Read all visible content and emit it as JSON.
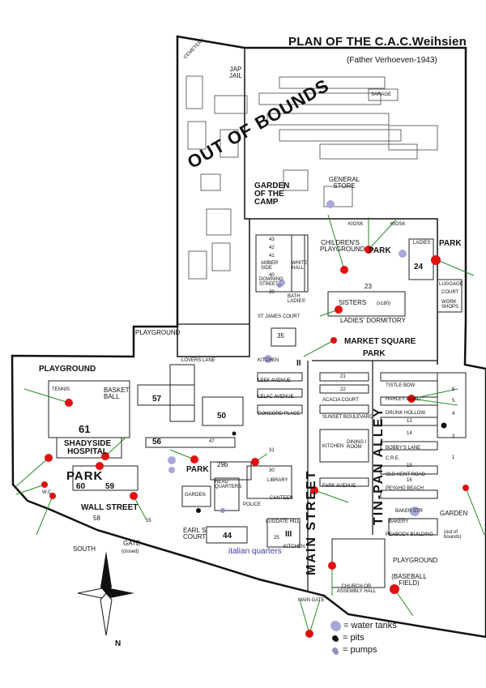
{
  "title": "PLAN OF THE C.A.C.Weihsien",
  "subtitle": "(Father Verhoeven-1943)",
  "labels": {
    "cemetery": "CEMETERY",
    "jap_jail": "JAP JAIL",
    "sarage": "SARAGE",
    "out_of_bounds": "OUT OF BOUNDS",
    "general_store": "GENERAL STORE",
    "garden_of_camp": "GARDEN OF THE CAMP",
    "kiosk1": "KIOSK",
    "kiosk2": "KIOSK",
    "childrens_playground": "CHILDREN'S PLAYGROUND",
    "park_top": "PARK",
    "ladies": "LADIES",
    "park_right": "PARK",
    "block24": "24",
    "block23": "23",
    "sisters": "SISTERS",
    "sisters_num": "(x180)",
    "ladies_dormitory": "LADIES' DORMITORY",
    "luggage": "LUGGAGE",
    "court": "COURT",
    "workshops": "WORK SHOPS",
    "st_james": "ST JAMES COURT",
    "bath_ladies": "BATH LADIES'",
    "amber_side": "AMBER SIDE",
    "white_hall": "WHITE HALL",
    "downing_street": "DOWNING STREET",
    "block35": "35",
    "playground_mid": "PLAYGROUND",
    "lovers_lane": "LOVERS LANE",
    "market_square": "MARKET SQUARE",
    "market_park": "PARK",
    "kitchen2": "KITCHEN",
    "roman_ii": "II",
    "playground_left": "PLAYGROUND",
    "tennis": "TENNIS",
    "basketball": "BASKET BALL",
    "block61": "61",
    "shadyside": "SHADYSIDE HOSPITAL",
    "park_left": "PARK",
    "block60": "60",
    "block59": "59",
    "wc": "W.C.",
    "wall_street": "WALL STREET",
    "block58": "58",
    "gate": "GATE",
    "gate_closed": "(closed)",
    "south": "SOUTH",
    "compass_n": "N",
    "block57": "57",
    "block56": "56",
    "block50": "50",
    "leek_avenue": "LEEK AVENUE",
    "lelac_avenue": "LELAC AVENUE",
    "concord_place": "CONCORD PLACE",
    "block47": "47",
    "park_mid": "PARK",
    "block29b": "29b",
    "head_quarters": "HEAD QUARTERS",
    "garden_mid": "GARDEN",
    "earls_court": "EARL S COURT",
    "block44": "44",
    "block55": "55",
    "library": "LIBRARY",
    "canteen": "CANTEEN",
    "police": "POLICE",
    "lugdate_hill": "LUGDATE HILL",
    "block25": "25",
    "roman_iii": "III",
    "kitchen3": "KITCHEN",
    "italian_quarters": "italian quarters",
    "main_street": "MAIN STREET",
    "tin_pan_alley": "TIN-PAN ALLEY",
    "kitchen1": "KITCHEN",
    "dining_room": "DINING I ROOM",
    "acacia_court": "ACACIA COURT",
    "sunset_boulevard": "SUNSET BOULEVARD",
    "fark_avenue": "FARK AVENUE",
    "tistle_bow": "TISTLE BOW",
    "harley_road": "HARLEY ROAD",
    "bobbys_lane": "BOBBY'S LANE",
    "drunk_hollow": "DRUNK HOLLOW",
    "cre": "C.R.E.",
    "old_kent_road": "OLD KENT ROAD",
    "peyaho_beach": "PEYAHO BEACH",
    "baker_str": "BAKER STR",
    "bakery": "BAKERY",
    "peabody": "PEABODY BUILDING",
    "playground_bottom": "PLAYGROUND",
    "baseball_field": "(BASEBALL FIELD)",
    "church": "CHURCH OR ASSEMBLY HALL",
    "main_gate": "MAIN GATE",
    "garden_right": "GARDEN",
    "out_of_bounds_small": "(out of bounds)",
    "n21": "21",
    "n22": "22",
    "n13": "13",
    "n14": "14",
    "n15": "15",
    "n16": "16",
    "n6": "6",
    "n5": "5",
    "n4": "4",
    "n3": "3",
    "n1": "1",
    "n30": "30",
    "n31": "31",
    "n39": "39",
    "n40": "40",
    "n41": "41",
    "n42": "42",
    "n43": "43"
  },
  "legend": {
    "water_tanks": "= water tanks",
    "pits": "= pits",
    "pumps": "= pumps"
  },
  "colors": {
    "marker_red": "#e01010",
    "leader_green": "#2a8a2a",
    "water_tank": "#a8a8d8",
    "pump": "#9090c0",
    "pit": "#111111"
  }
}
